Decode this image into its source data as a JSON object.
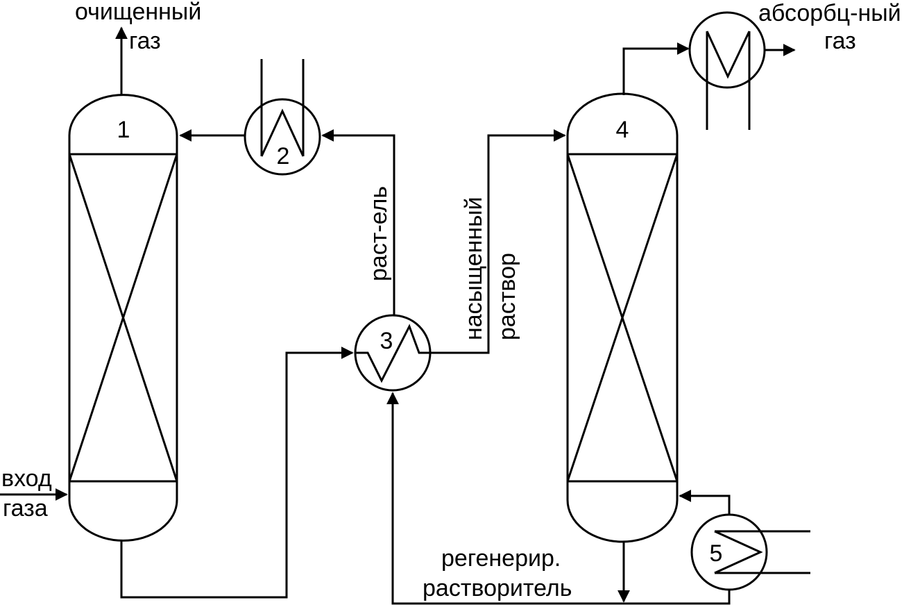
{
  "labels": {
    "clean_gas_1": "очищенный",
    "clean_gas_2": "газ",
    "absorbed_gas_1": "абсорбц-ный",
    "absorbed_gas_2": "газ",
    "gas_inlet_1": "вход",
    "gas_inlet_2": "газа",
    "solvent": "раст-ель",
    "saturated_1": "насыщенный",
    "saturated_2": "раствор",
    "regen_1": "регенерир.",
    "regen_2": "растворитель"
  },
  "equipment": {
    "absorber": "1",
    "cooler": "2",
    "heat_exchanger": "3",
    "desorber": "4",
    "reboiler": "5"
  },
  "colors": {
    "line": "#000000",
    "background": "#ffffff"
  }
}
